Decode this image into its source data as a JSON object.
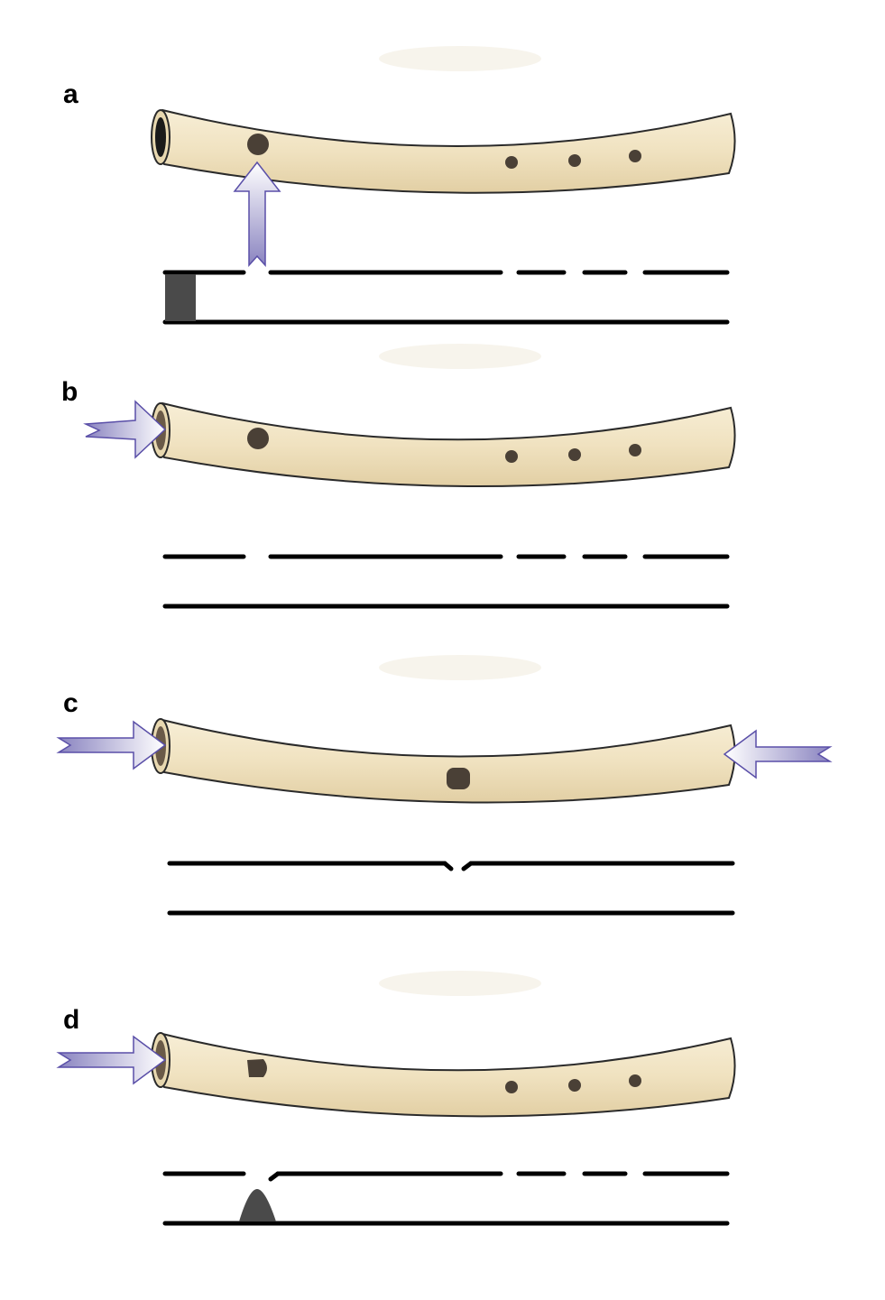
{
  "panels": [
    {
      "id": "a",
      "label": "a",
      "flute_holes": [
        "thumb-hole",
        "finger-hole",
        "finger-hole",
        "finger-hole"
      ],
      "air_arrows": [
        "up"
      ],
      "bore_block": "end-plug"
    },
    {
      "id": "b",
      "label": "b",
      "flute_holes": [
        "thumb-hole",
        "finger-hole",
        "finger-hole",
        "finger-hole"
      ],
      "air_arrows": [
        "right"
      ],
      "bore_block": "none"
    },
    {
      "id": "c",
      "label": "c",
      "flute_holes": [
        "center-hole"
      ],
      "air_arrows": [
        "right",
        "left"
      ],
      "bore_block": "none"
    },
    {
      "id": "d",
      "label": "d",
      "flute_holes": [
        "thumb-hole",
        "finger-hole",
        "finger-hole",
        "finger-hole"
      ],
      "air_arrows": [
        "right"
      ],
      "bore_block": "internal-ridge"
    }
  ],
  "colors": {
    "bone_fill": "#f2e6c8",
    "bone_shade": "#d9c49a",
    "bone_outline": "#2a2a2a",
    "hole": "#4a4036",
    "arrow_fill": "#9c96c8",
    "arrow_outline": "#5a4fa8",
    "block": "#4a4a4a",
    "line": "#000000"
  }
}
